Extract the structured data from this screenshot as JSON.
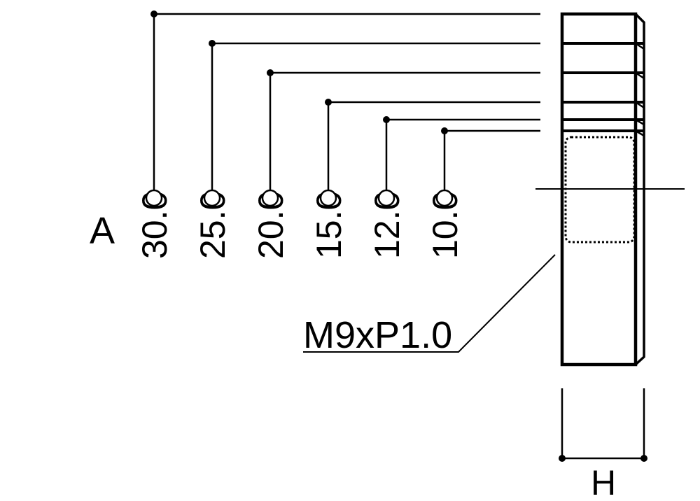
{
  "diagram": {
    "dimension_label": "A",
    "dimension_values": [
      "30.0",
      "25.0",
      "20.0",
      "15.0",
      "12.0",
      "10.0"
    ],
    "thread_label": "M9xP1.0",
    "height_label": "H",
    "colors": {
      "line": "#000000",
      "background": "#ffffff"
    }
  }
}
